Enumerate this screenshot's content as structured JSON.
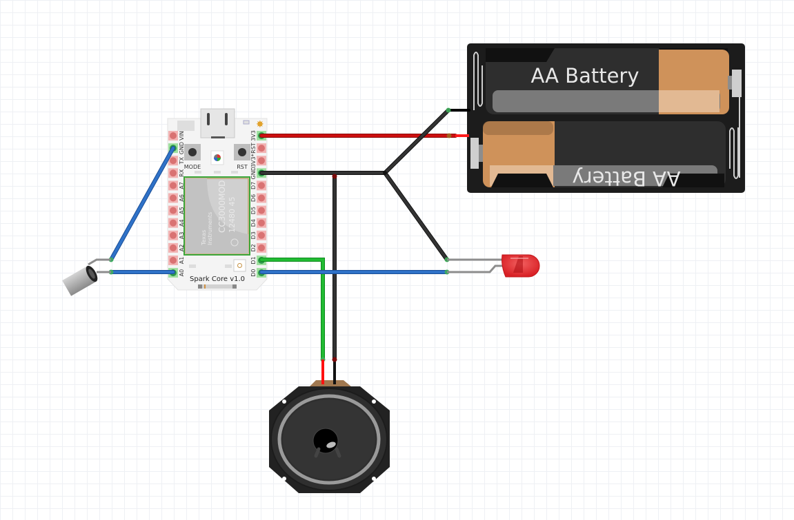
{
  "diagram": {
    "type": "breadboard-view",
    "components": {
      "microcontroller": {
        "name": "Spark Core v1.0",
        "button_left": "MODE",
        "button_right": "RST",
        "module": {
          "brand_line1": "Texas",
          "brand_line2": "Instruments",
          "model": "CC3000MOD",
          "serial": "12480 45"
        },
        "left_pins": [
          "VIN",
          "GND",
          "TX",
          "RX",
          "A7",
          "A6",
          "A5",
          "A4",
          "A3",
          "A2",
          "A1",
          "A0"
        ],
        "right_pins": [
          "3V3",
          "RST",
          "3V3*",
          "GND",
          "D7",
          "D6",
          "D5",
          "D4",
          "D3",
          "D2",
          "D1",
          "D0"
        ]
      },
      "battery_pack": {
        "cells": [
          {
            "label": "AA Battery",
            "orientation": "normal"
          },
          {
            "label": "AA Battery",
            "orientation": "flipped"
          }
        ]
      },
      "speaker": {
        "name": "Speaker"
      },
      "led": {
        "name": "LED",
        "color": "#e8262a"
      },
      "mic": {
        "name": "Microphone / Sensor"
      }
    },
    "wires": [
      {
        "from": "3V3",
        "to": "battery_pack.+",
        "color": "#cc1010"
      },
      {
        "from": "GND (right)",
        "to": "battery_pack.-",
        "color": "#2b2b2b"
      },
      {
        "from": "GND junction",
        "to": "speaker.-",
        "color": "#2b2b2b"
      },
      {
        "from": "GND junction",
        "to": "led.cathode",
        "color": "#2b2b2b"
      },
      {
        "from": "D1",
        "to": "speaker.+",
        "color": "#22bb33"
      },
      {
        "from": "D0",
        "to": "led.anode",
        "color": "#2f72c8"
      },
      {
        "from": "GND (left)",
        "to": "mic.pin1",
        "color": "#2f72c8"
      },
      {
        "from": "A0",
        "to": "mic.pin2",
        "color": "#2f72c8"
      }
    ],
    "colors": {
      "grid": "#eef0f4",
      "board": "#f4f4f4",
      "pin_pad": "#e58a8a",
      "pin_connected": "#7ccf7c",
      "battery_case": "#1c1c1c",
      "battery_copper": "#cf925a",
      "speaker_body": "#2a2a2a"
    }
  }
}
